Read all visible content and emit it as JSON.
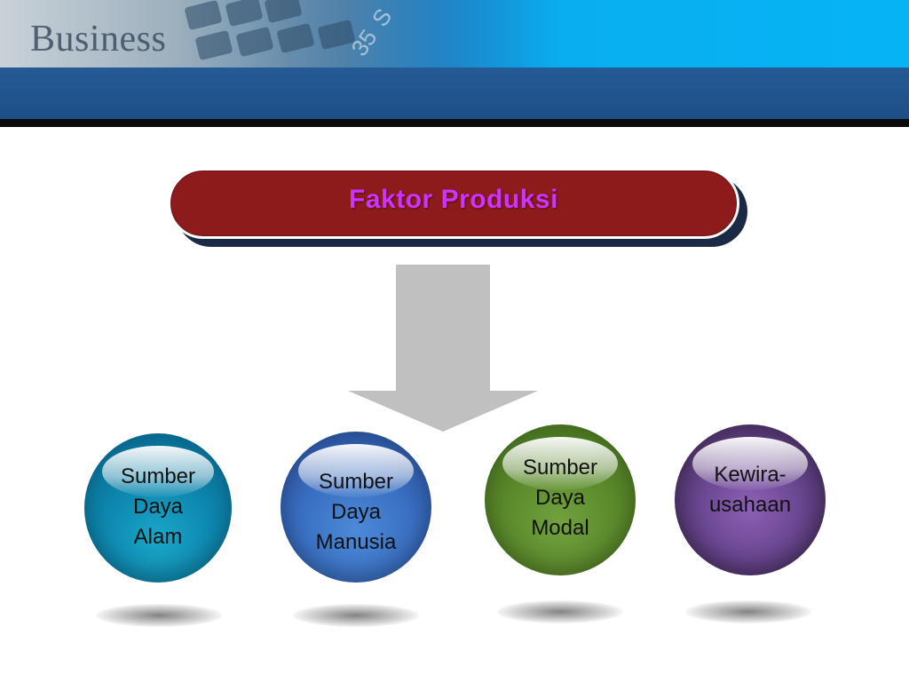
{
  "banner": {
    "word": "Business"
  },
  "title": {
    "text": "Faktor Produksi",
    "text_color": "#cc33ff",
    "pill_color": "#8e1b1b"
  },
  "arrow": {
    "direction": "down",
    "color": "#c0c0c0"
  },
  "factors": [
    {
      "lines": [
        "Sumber",
        "Daya",
        "Alam"
      ],
      "color": "#0d86ae"
    },
    {
      "lines": [
        "Sumber",
        "Daya",
        "Manusia"
      ],
      "color": "#3a6fc2"
    },
    {
      "lines": [
        "Sumber",
        "Daya",
        "Modal"
      ],
      "color": "#5b8a2b"
    },
    {
      "lines": [
        "Kewira-",
        "usahaan"
      ],
      "color": "#6a4690"
    }
  ]
}
